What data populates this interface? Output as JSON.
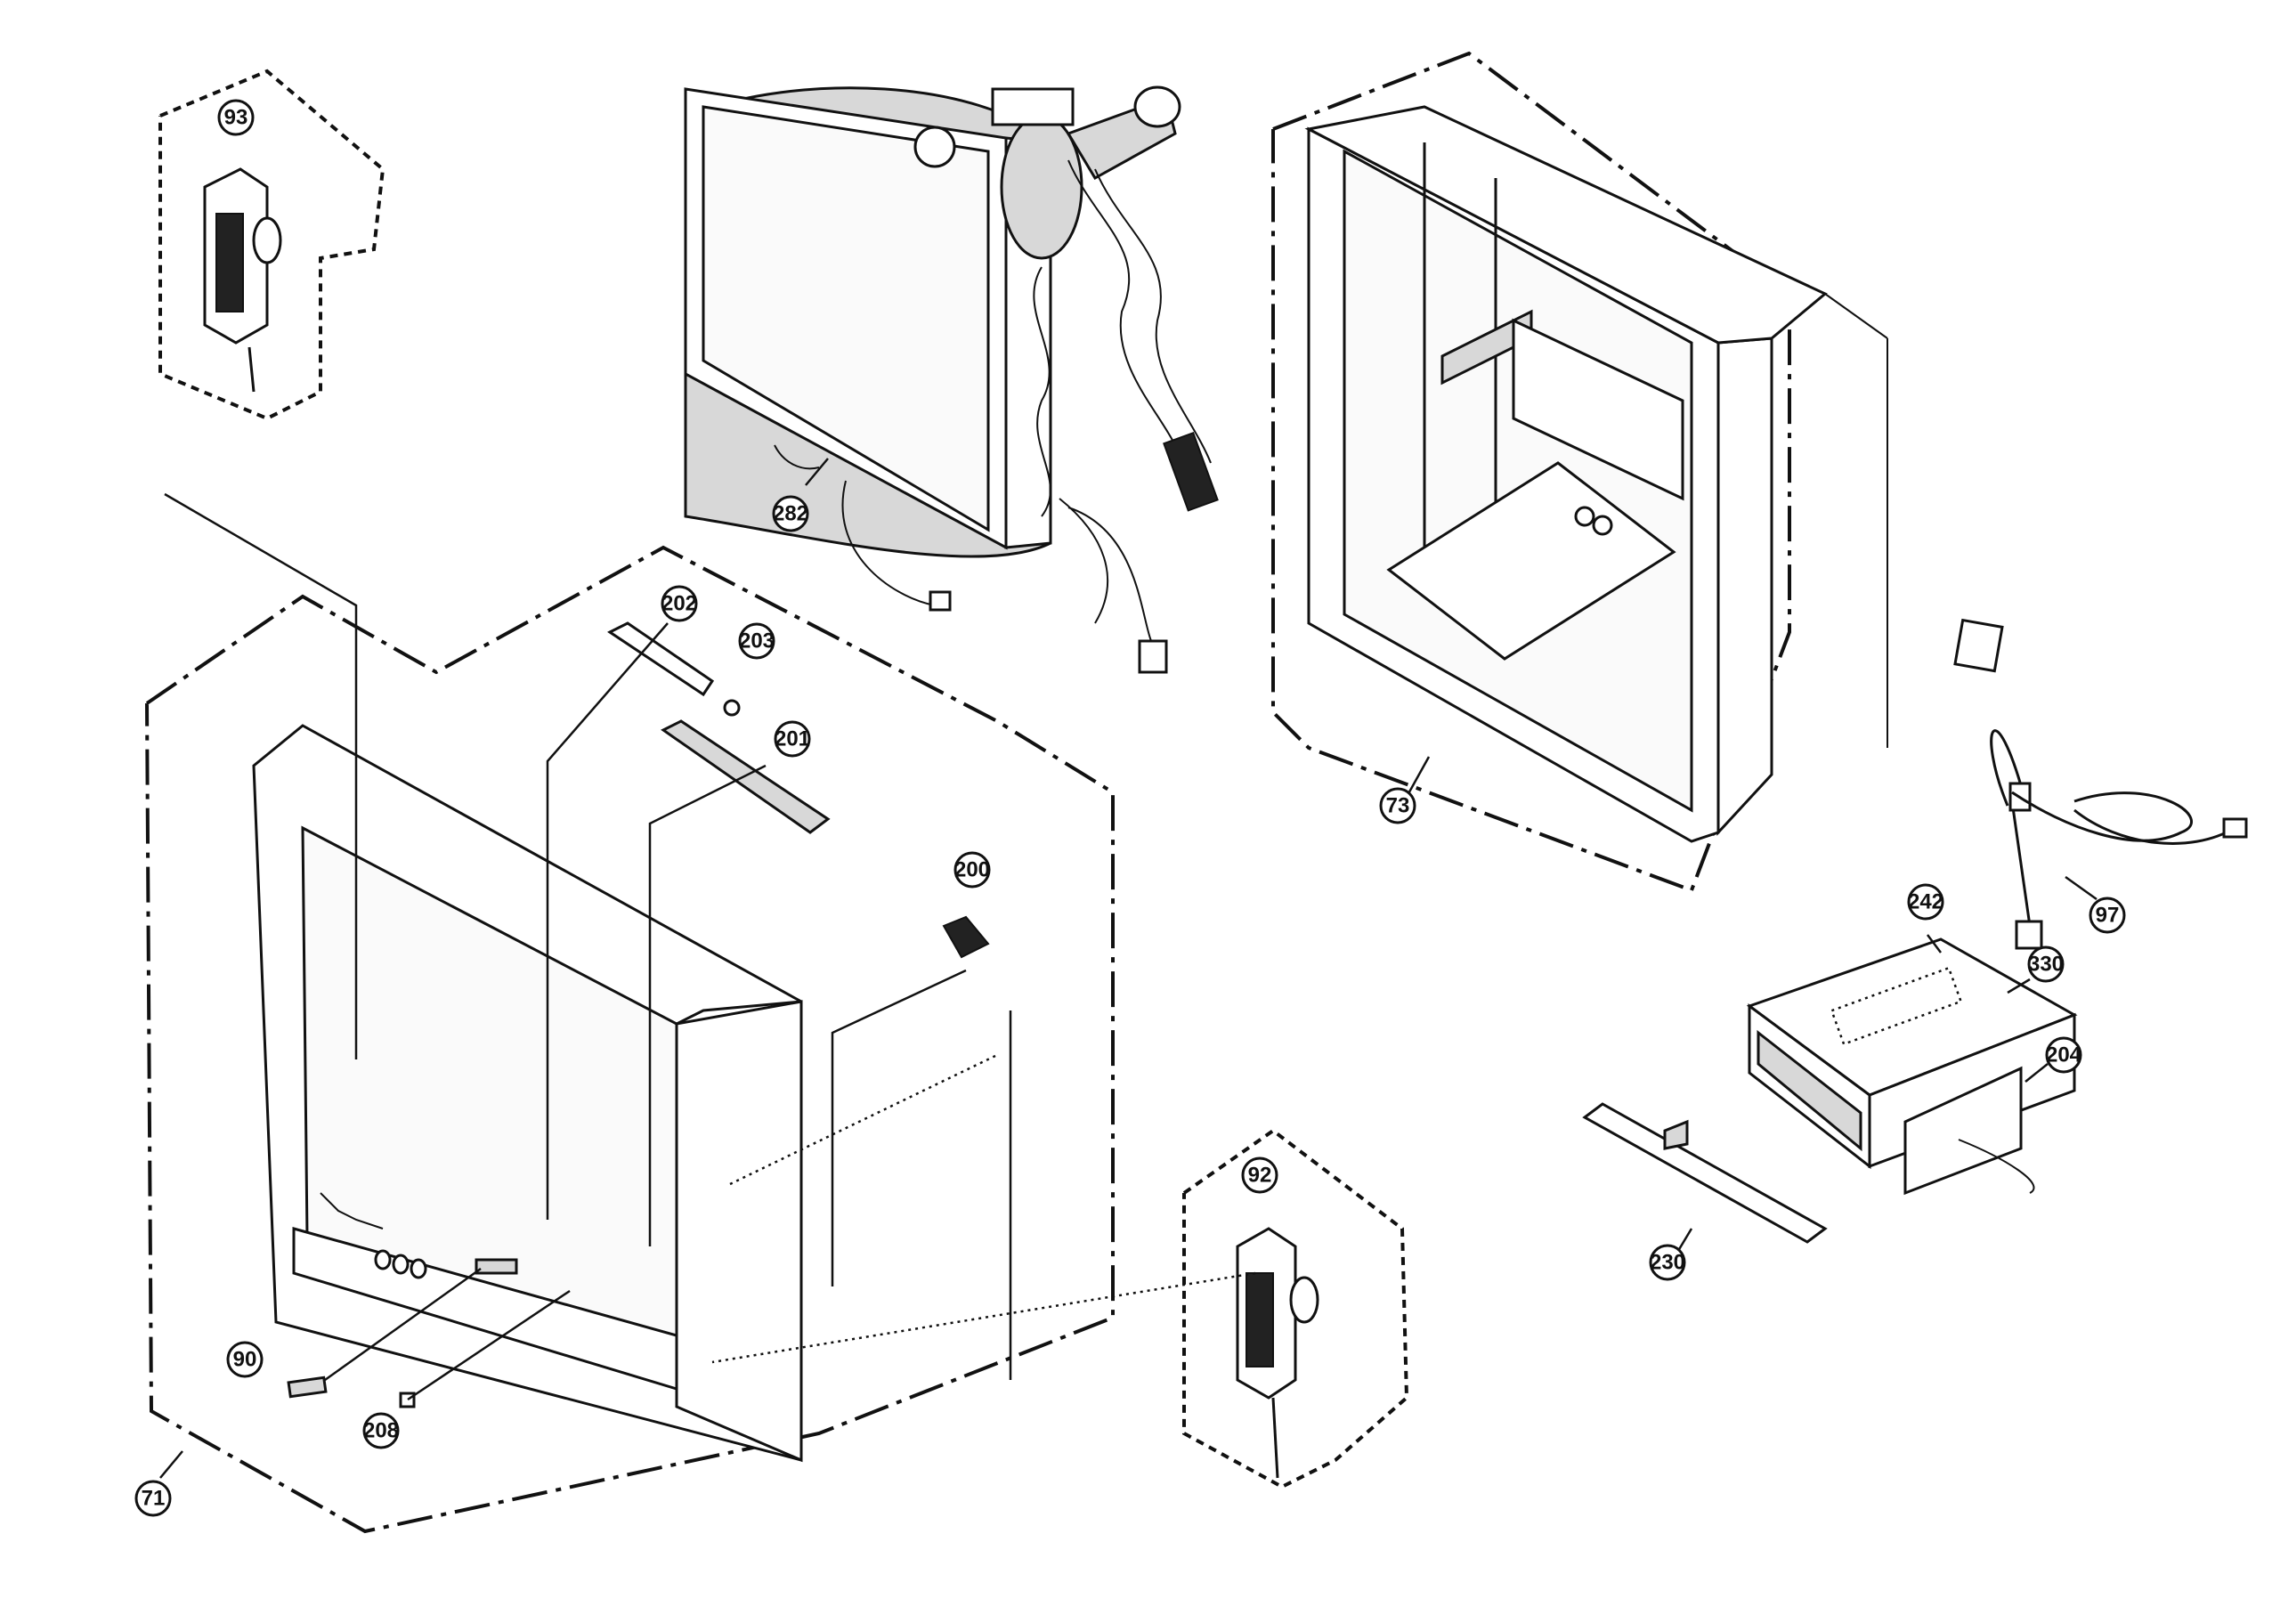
{
  "callouts": [
    {
      "id": "93",
      "label": "93"
    },
    {
      "id": "282",
      "label": "282"
    },
    {
      "id": "73",
      "label": "73"
    },
    {
      "id": "202",
      "label": "202"
    },
    {
      "id": "203",
      "label": "203"
    },
    {
      "id": "201",
      "label": "201"
    },
    {
      "id": "200",
      "label": "200"
    },
    {
      "id": "97",
      "label": "97"
    },
    {
      "id": "242",
      "label": "242"
    },
    {
      "id": "330",
      "label": "330"
    },
    {
      "id": "204",
      "label": "204"
    },
    {
      "id": "230",
      "label": "230"
    },
    {
      "id": "92",
      "label": "92"
    },
    {
      "id": "90",
      "label": "90"
    },
    {
      "id": "208",
      "label": "208"
    },
    {
      "id": "71",
      "label": "71"
    }
  ]
}
